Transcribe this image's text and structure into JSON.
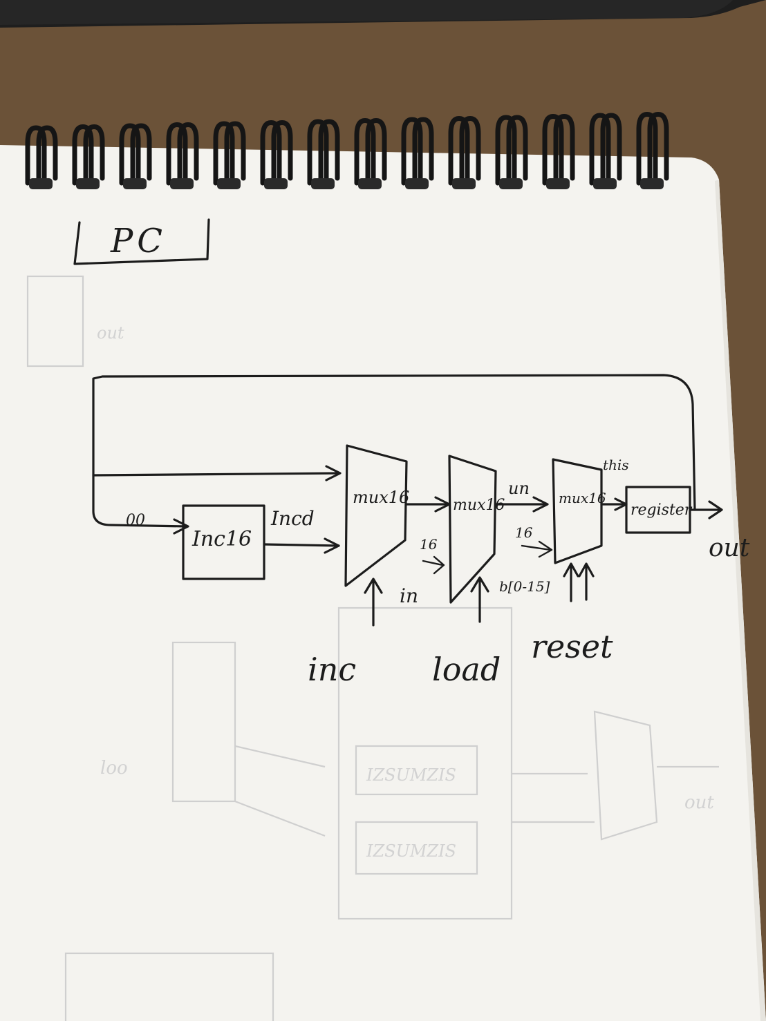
{
  "title": "PC",
  "blocks": {
    "incrementer": "Inc16",
    "mux_a": "mux16",
    "mux_b": "mux16",
    "mux_c": "mux16",
    "register": "register"
  },
  "wire_labels": {
    "feedback_into_inc": "00",
    "inc_output": "Incd",
    "bus_width_1": "16",
    "mux_b_in": "in",
    "bus_width_2": "16",
    "mux_c_in": "b[0-15]",
    "mux_b_out": "un",
    "mux_c_out": "this",
    "output": "out"
  },
  "control_signals": {
    "inc": "inc",
    "load": "load",
    "reset": "reset"
  },
  "colors": {
    "desk": "#5a4530",
    "paper": "#f4f3ef",
    "ink": "#1c1c1c",
    "spiral": "#151515",
    "ghost": "#cfcfcf"
  }
}
